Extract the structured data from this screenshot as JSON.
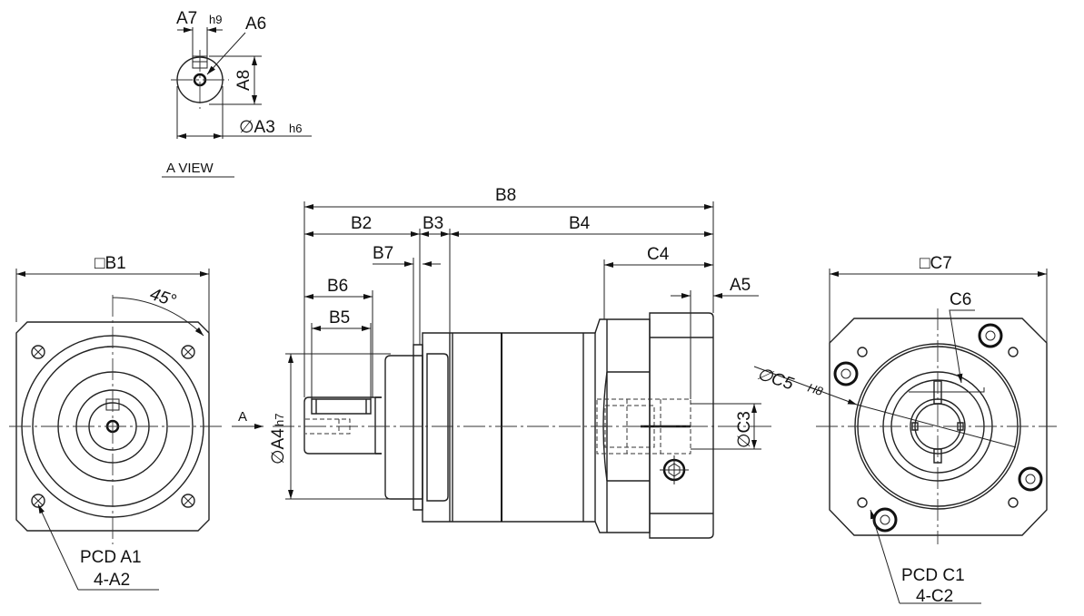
{
  "a_view": {
    "title": "A VIEW",
    "a7": "A7",
    "a7_tol": "h9",
    "a6": "A6",
    "a8": "A8",
    "a3": "∅A3",
    "a3_tol": "h6"
  },
  "left_view": {
    "b1": "□B1",
    "angle": "45°",
    "pcd": "PCD A1",
    "holes": "4-A2",
    "arrow_label": "A"
  },
  "side_view": {
    "b8": "B8",
    "b2": "B2",
    "b3": "B3",
    "b4": "B4",
    "b7": "B7",
    "c4": "C4",
    "b6": "B6",
    "a5": "A5",
    "b5": "B5",
    "a4": "∅A4",
    "a4_tol": "h7",
    "c3": "∅C3"
  },
  "right_view": {
    "c7": "□C7",
    "c6": "C6",
    "c5": "∅C5",
    "c5_tol": "H8",
    "pcd": "PCD C1",
    "holes": "4-C2"
  }
}
